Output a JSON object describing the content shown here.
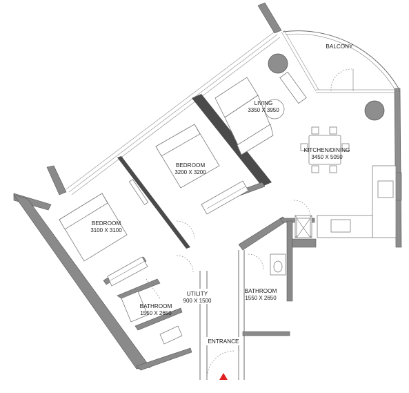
{
  "rooms": {
    "balcony": {
      "name": "BALCONY"
    },
    "living": {
      "name": "LIVING",
      "size": "3350 X 3950"
    },
    "kitchen": {
      "name": "KITCHEN/DINING",
      "size": "3450 X 5050"
    },
    "bedroom1": {
      "name": "BEDROOM",
      "size": "3200 X 3200"
    },
    "bedroom2": {
      "name": "BEDROOM",
      "size": "3100 X 3100"
    },
    "bathroom1": {
      "name": "BATHROOM",
      "size": "1550 X 2650"
    },
    "bathroom2": {
      "name": "BATHROOM",
      "size": "1550 X 2650"
    },
    "utility": {
      "name": "UTILITY",
      "size": "900 X 1500"
    },
    "entrance": {
      "name": "ENTRANCE"
    }
  },
  "colors": {
    "wall": "#8a8a8a",
    "entrance_marker": "#e02020"
  },
  "icons": {
    "entrance_marker": "triangle-up"
  }
}
